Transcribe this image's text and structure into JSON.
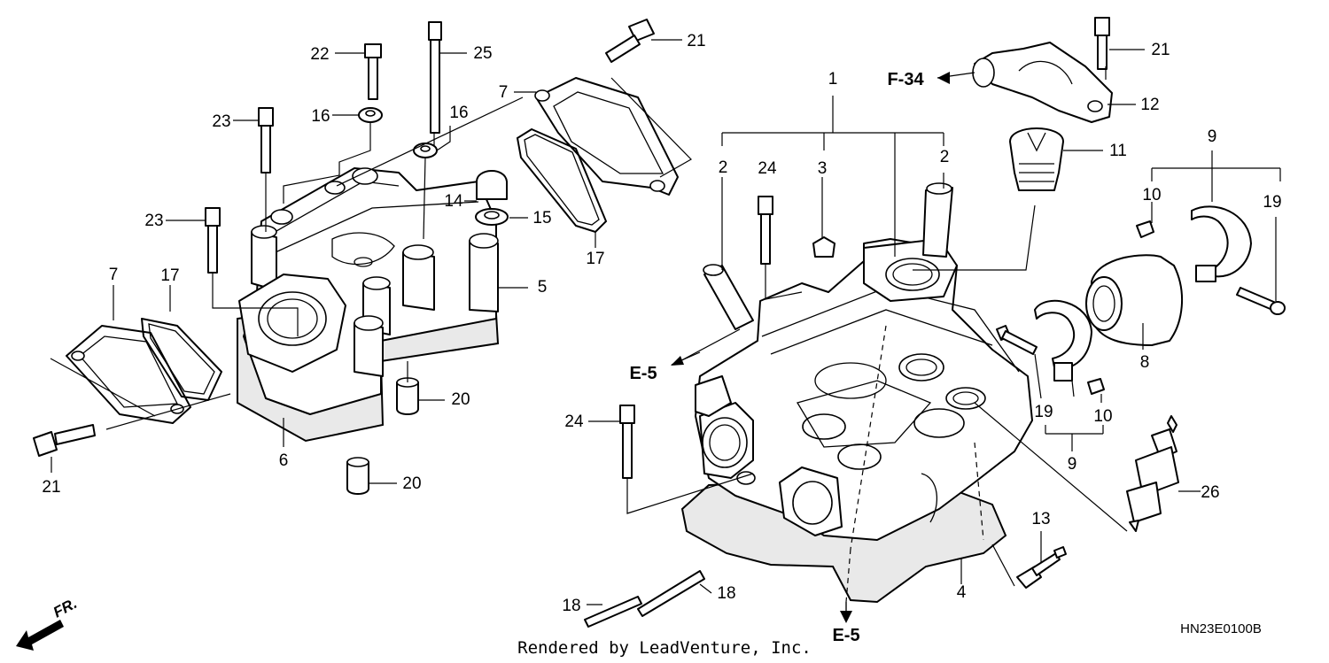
{
  "diagram": {
    "callouts": {
      "c1": "1",
      "c2a": "2",
      "c2b": "2",
      "c3": "3",
      "c4": "4",
      "c5": "5",
      "c6": "6",
      "c7a": "7",
      "c7b": "7",
      "c8": "8",
      "c9a": "9",
      "c9b": "9",
      "c10a": "10",
      "c10b": "10",
      "c11": "11",
      "c12": "12",
      "c13": "13",
      "c14": "14",
      "c15": "15",
      "c16a": "16",
      "c16b": "16",
      "c17a": "17",
      "c17b": "17",
      "c18a": "18",
      "c18b": "18",
      "c19a": "19",
      "c19b": "19",
      "c20a": "20",
      "c20b": "20",
      "c21a": "21",
      "c21b": "21",
      "c21c": "21",
      "c22": "22",
      "c23a": "23",
      "c23b": "23",
      "c24a": "24",
      "c24b": "24",
      "c25": "25",
      "c26": "26"
    },
    "refs": {
      "f34": "F-34",
      "e5a": "E-5",
      "e5b": "E-5"
    },
    "front_label": "FR.",
    "credit": "Rendered by LeadVenture, Inc.",
    "diagram_code": "HN23E0100B"
  }
}
